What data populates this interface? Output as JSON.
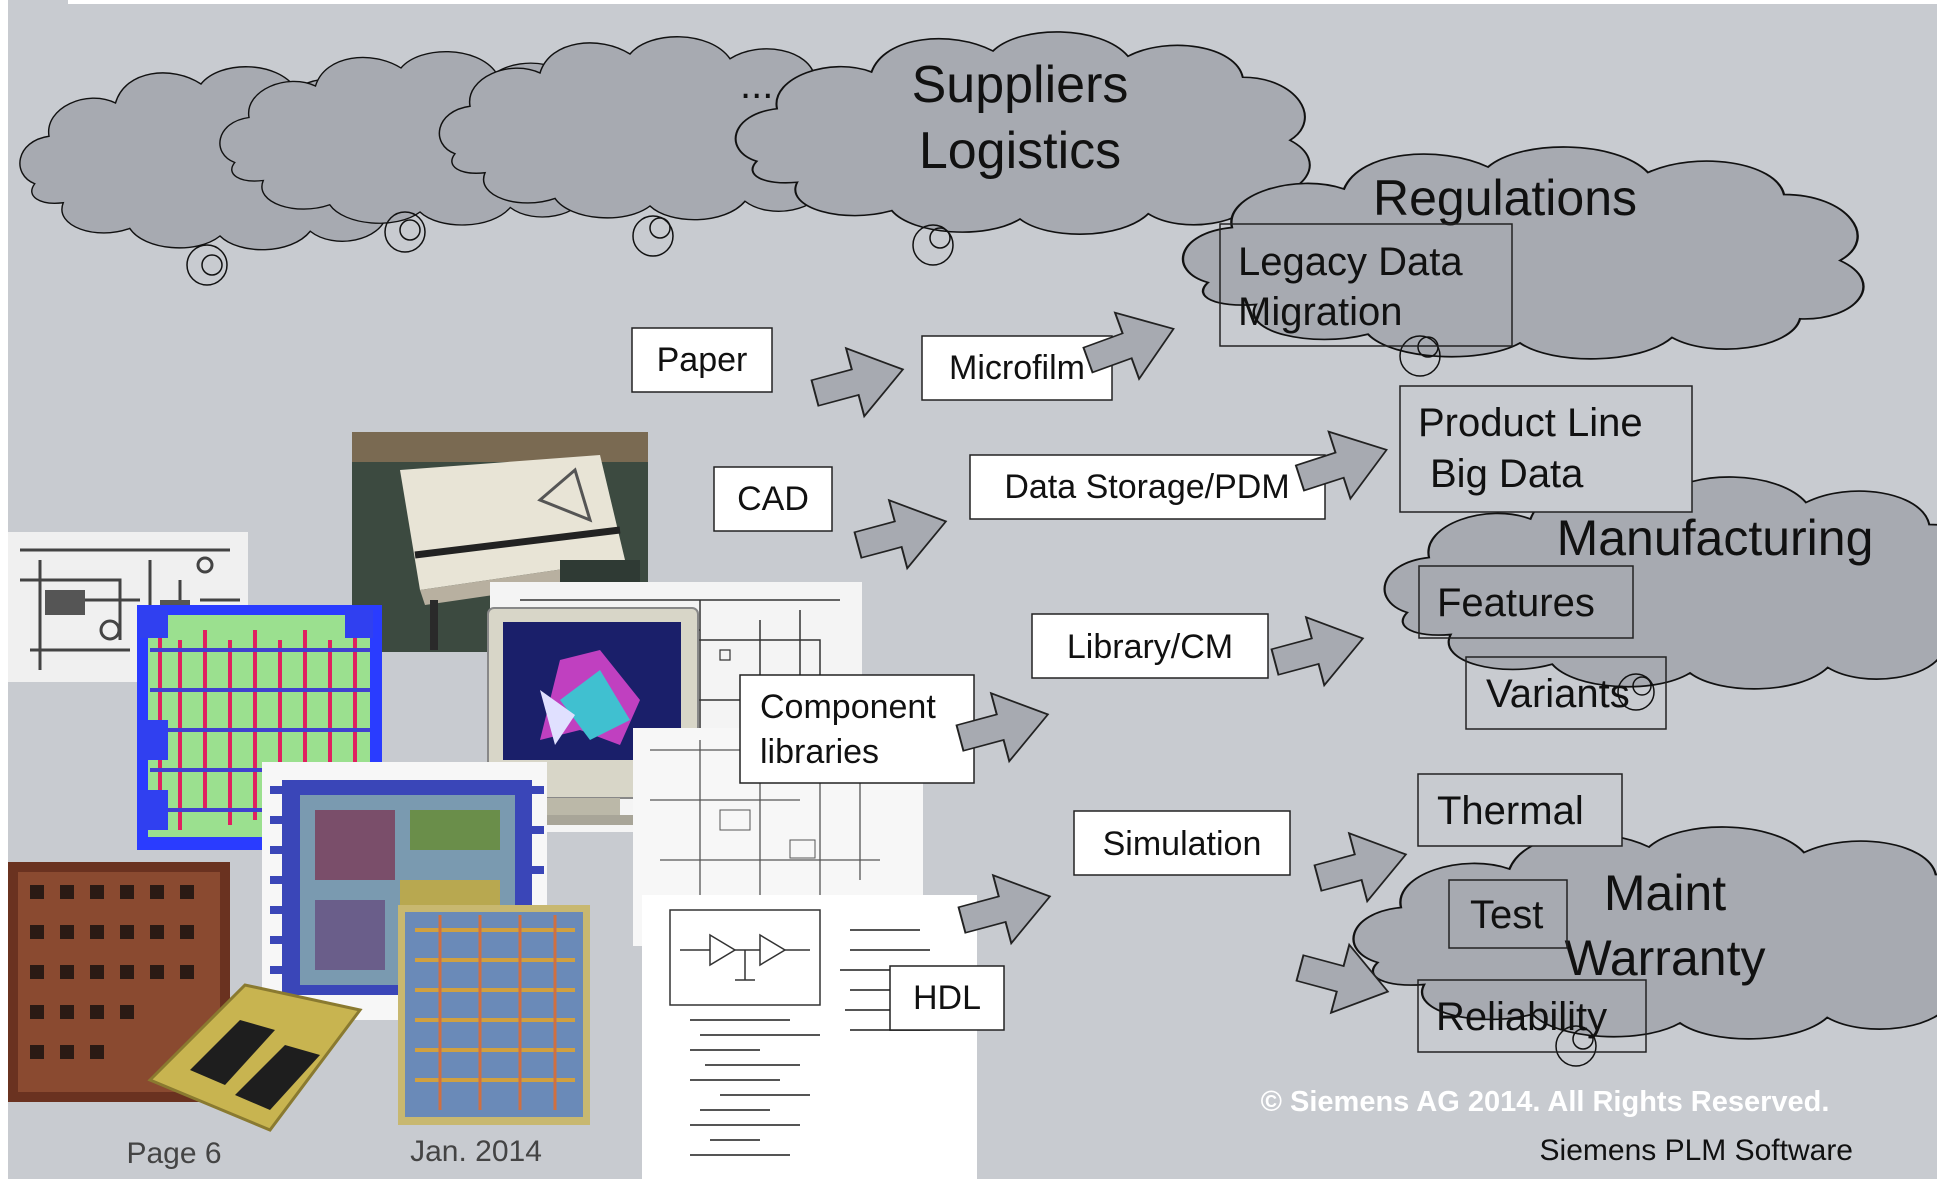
{
  "clouds": {
    "ellipsis": "...",
    "suppliers": [
      "Suppliers",
      "Logistics"
    ],
    "regulations": "Regulations",
    "manufacturing": "Manufacturing",
    "maint": [
      "Maint",
      "Warranty"
    ]
  },
  "boxes": {
    "paper": "Paper",
    "microfilm": "Microfilm",
    "legacy": [
      "Legacy Data",
      "Migration"
    ],
    "cad": "CAD",
    "storage": "Data Storage/PDM",
    "product_line": [
      "Product Line",
      "Big Data"
    ],
    "features": "Features",
    "variants": "Variants",
    "library": "Library/CM",
    "component": [
      "Component",
      "libraries"
    ],
    "simulation": "Simulation",
    "thermal": "Thermal",
    "test": "Test",
    "reliability": "Reliability",
    "hdl": "HDL"
  },
  "footer": {
    "page": "Page 6",
    "date": "Jan. 2014",
    "copyright": "© Siemens AG 2014. All Rights Reserved.",
    "company": "Siemens PLM Software"
  },
  "colors": {
    "background": "#c8cbd0",
    "cloud": "#a7aab1",
    "arrow": "#a7aab1"
  }
}
